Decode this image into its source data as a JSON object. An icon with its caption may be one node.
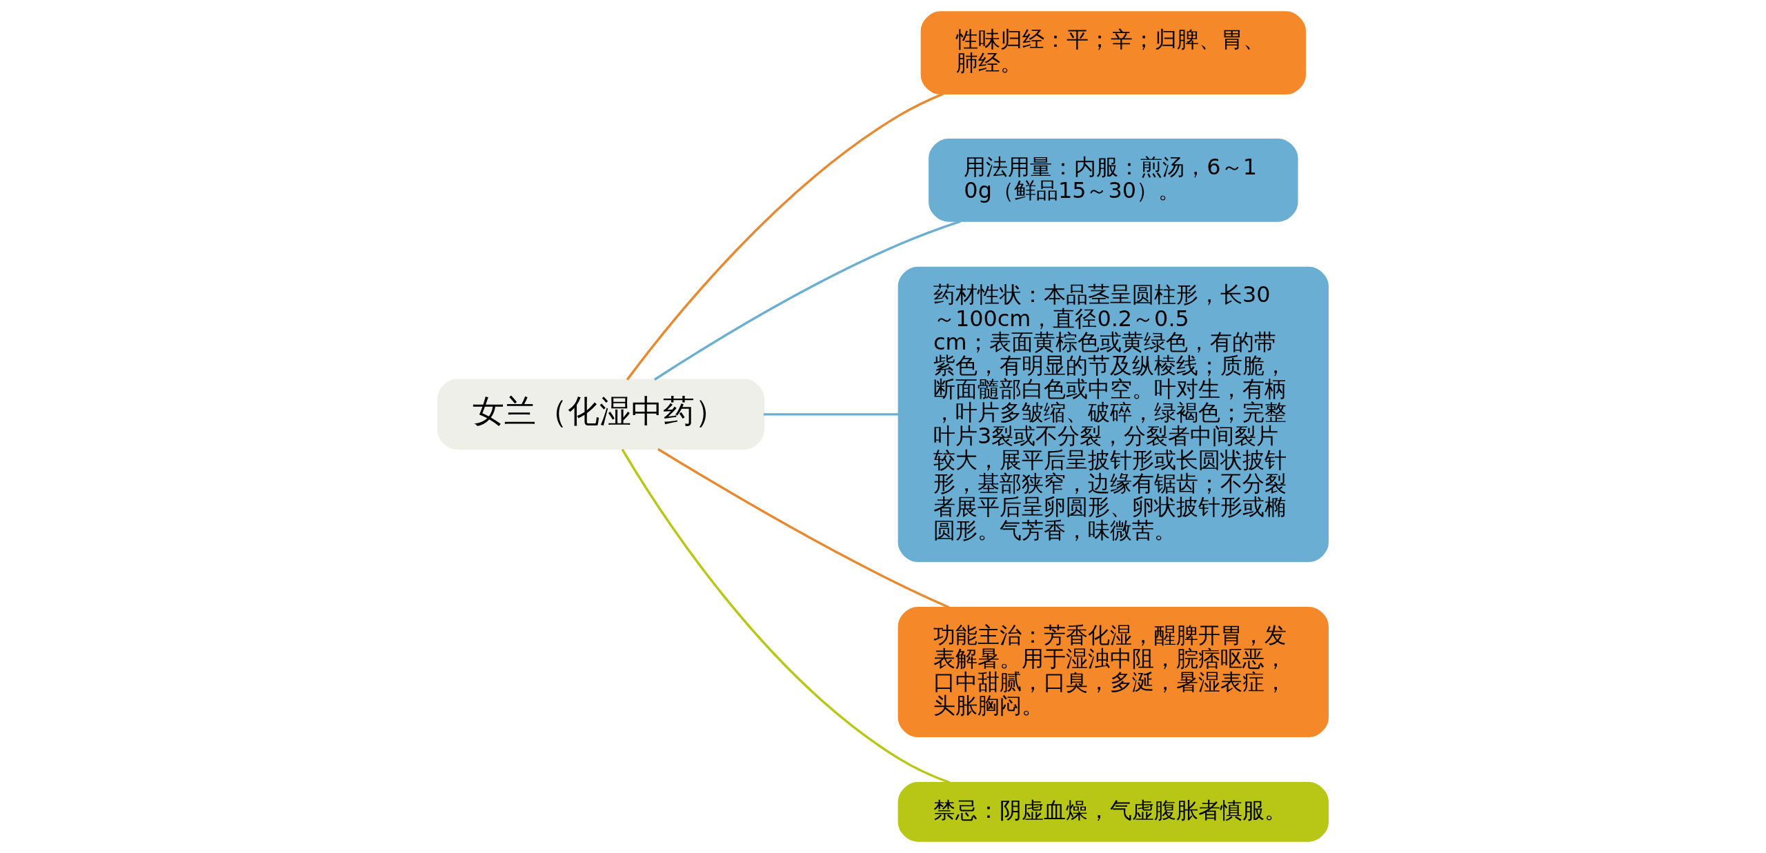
{
  "diagram": {
    "nodes": [
      {
        "text": [
          "女兰（化湿中药）"
        ]
      },
      {
        "text": [
          "性味归经：平；辛；归脾、胃、肺经。"
        ]
      },
      {
        "text": [
          "用法用量：内服：煎汤，6～10g（鲜品15～30）。"
        ]
      },
      {
        "text": [
          "药材性状：本品茎呈圆柱形，长30～100cm，直径0.2～0.5cm；表面黄棕色或黄绿色，有的带紫色，有明显的节及纵棱线；质脆，断面髓部白色或中空。叶对生，有柄，叶片多皱缩、破碎，绿褐色；完整叶片3裂或不分裂，分裂者中间裂片较大，展平后呈披针形或长圆状披针形，基部狭窄，边缘有锯齿；不分裂者展平后呈卵圆形、卵状披针形或椭圆形。气芳香，味微苦。"
        ]
      },
      {
        "text": [
          "功能主治：芳香化湿，醒脾开胃，发表解暑。用于湿浊中阻，脘痞呕恶，口中甜腻，口臭，多涎，暑湿表症，头胀胸闷。"
        ]
      },
      {
        "text": [
          "禁忌：阴虚血燥，气虚腹胀者慎服。"
        ]
      }
    ],
    "edges": [
      {
        "from": 0,
        "to": 1,
        "arrow": "none",
        "color": "#e8892f"
      },
      {
        "from": 0,
        "to": 2,
        "arrow": "none",
        "color": "#6aaed3"
      },
      {
        "from": 0,
        "to": 3,
        "arrow": "none",
        "color": "#6aaed3"
      },
      {
        "from": 0,
        "to": 4,
        "arrow": "none",
        "color": "#e8892f"
      },
      {
        "from": 0,
        "to": 5,
        "arrow": "none",
        "color": "#b8c616"
      }
    ]
  }
}
